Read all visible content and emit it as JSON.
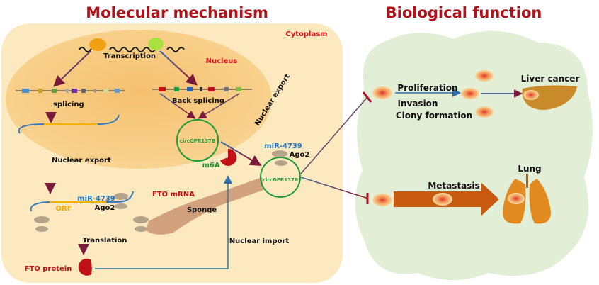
{
  "titles": {
    "left": "Molecular mechanism",
    "right": "Biological function"
  },
  "mechanism": {
    "cytoplasm": "Cytoplasm",
    "nucleus": "Nucleus",
    "transcription": "Transcription",
    "splicing": "splicing",
    "back_splicing": "Back splicing",
    "nuclear_export_circ": "Nuclear export",
    "nuclear_export_mrna": "Nuclear export",
    "circ_nucleus": "circGPR137B",
    "m6a": "m6A",
    "mir_left": "miR-4739",
    "fto_mrna": "FTO mRNA",
    "orf": "ORF",
    "ago2_left": "Ago2",
    "sponge": "Sponge",
    "translation": "Translation",
    "fto_protein": "FTO protein",
    "nuclear_import": "Nuclear import",
    "mir_right": "miR-4739",
    "ago2_right": "Ago2",
    "circ_cytoplasm": "circGPR137B"
  },
  "function": {
    "proliferation": "Proliferation",
    "invasion": "Invasion",
    "clony": "Clony formation",
    "liver_cancer": "Liver cancer",
    "lung": "Lung",
    "metastasis": "Metastasis"
  },
  "colors": {
    "title": "#b3111a",
    "cytoplasm": "#fde9c0",
    "nucleus": "#f7c57a",
    "cloud": "#e2eed6",
    "circ": "#1f9a3a",
    "mir": "#1a73c9",
    "fto": "#c0101a"
  }
}
